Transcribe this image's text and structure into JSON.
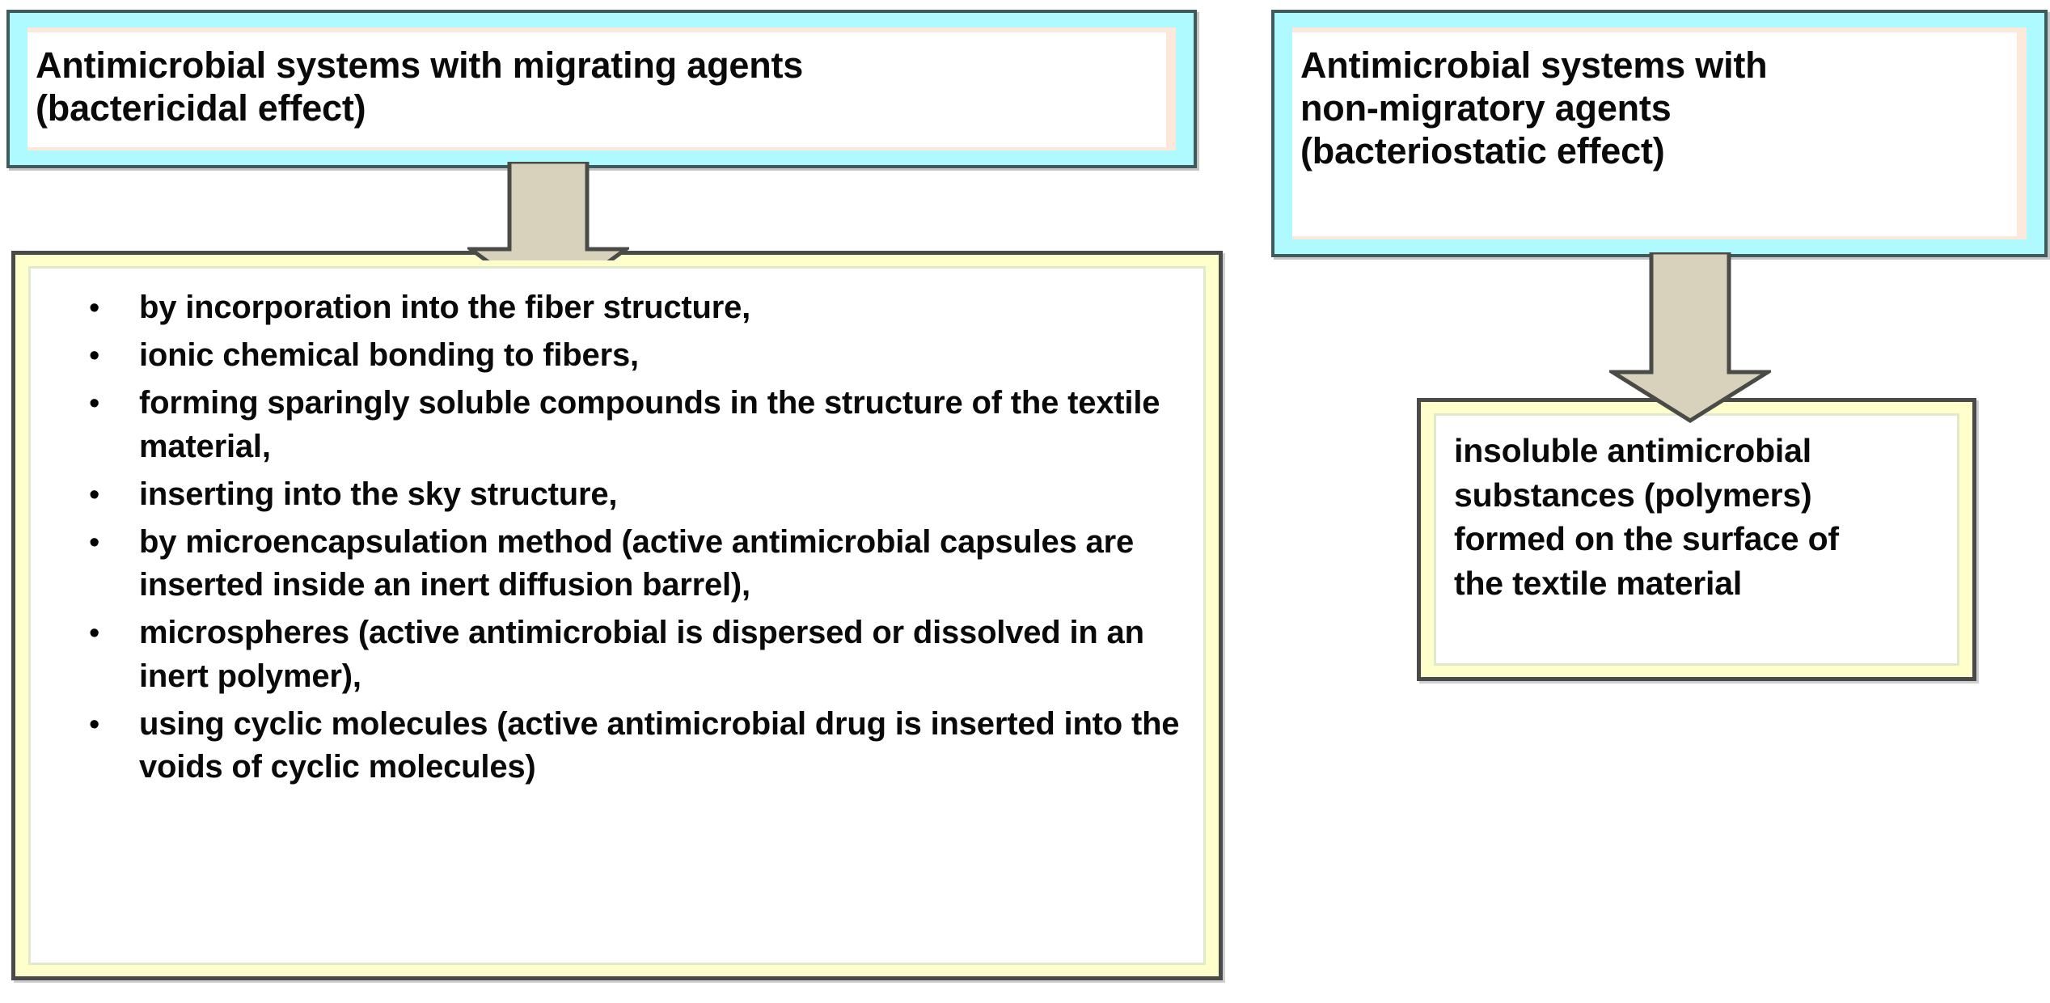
{
  "diagram": {
    "title": "Antimicrobial textile systems classification",
    "colors": {
      "header_band": "#aefaff",
      "header_border": "#3f5b5b",
      "header_inner_accent": "#fde8da",
      "content_band": "#ffffcc",
      "content_border": "#4a4a4a",
      "content_inner_accent": "#dfe9cd",
      "arrow_fill": "#d8d2bd",
      "arrow_stroke": "#4a4a46",
      "text": "#0a0a0a",
      "page_background": "#ffffff"
    },
    "branches": [
      {
        "id": "migrating",
        "header": {
          "lines": [
            "Antimicrobial systems with migrating agents",
            "(bactericidal effect)"
          ]
        },
        "connector": {
          "icon": "down-arrow-icon",
          "direction": "down"
        },
        "content": {
          "kind": "bullet-list",
          "bullet_glyph": "•",
          "items": [
            "by incorporation into the fiber structure,",
            "ionic chemical bonding to fibers,",
            "forming sparingly soluble compounds in the structure of the textile material,",
            "inserting into the sky structure,",
            "by microencapsulation method (active antimicrobial capsules are inserted inside an inert diffusion barrel),",
            "microspheres (active antimicrobial is dispersed or dissolved in an inert polymer),",
            "using cyclic molecules (active antimicrobial drug is inserted into the voids of cyclic molecules)"
          ]
        }
      },
      {
        "id": "non-migratory",
        "header": {
          "lines": [
            "Antimicrobial systems with",
            "non-migratory agents",
            "(bacteriostatic effect)"
          ]
        },
        "connector": {
          "icon": "down-arrow-icon",
          "direction": "down"
        },
        "content": {
          "kind": "paragraph",
          "lines": [
            "insoluble antimicrobial",
            "substances (polymers)",
            "formed on the surface of",
            "the textile material"
          ]
        }
      }
    ]
  }
}
